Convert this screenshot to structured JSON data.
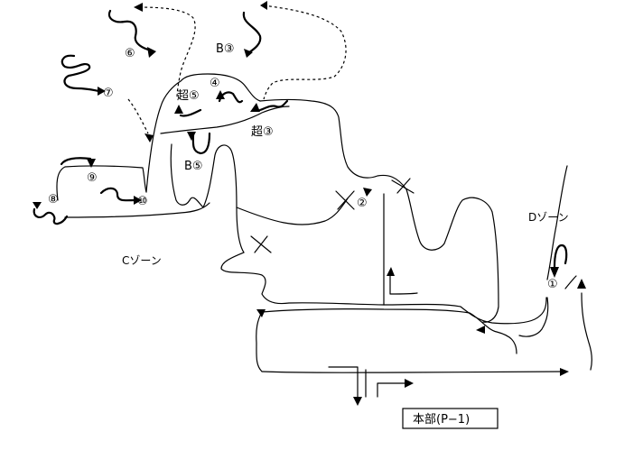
{
  "labels": {
    "l1": "①",
    "l2": "②",
    "lb3": "B③",
    "lc3": "超③",
    "l4": "④",
    "lc5": "超⑤",
    "lb5": "B⑤",
    "l6": "⑥",
    "l7": "⑦",
    "l8": "⑧",
    "l9": "⑨",
    "l10": "⑩",
    "zoneC": "Cゾーン",
    "zoneD": "Dゾーン",
    "hq": "本部(P−1)"
  }
}
